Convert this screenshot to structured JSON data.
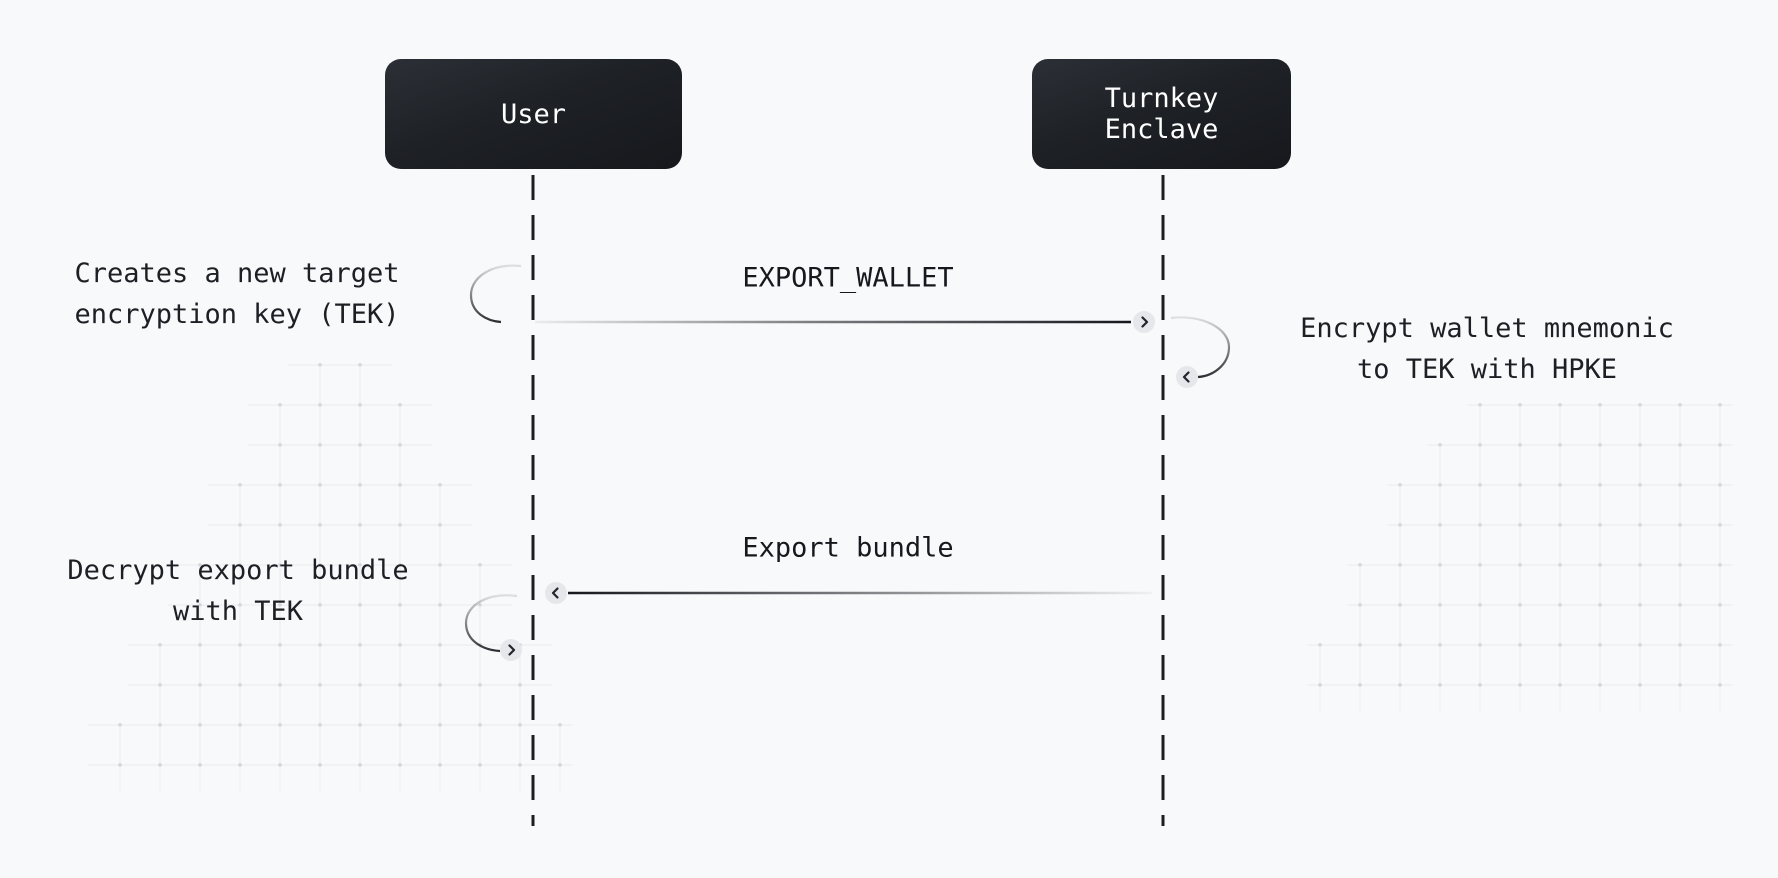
{
  "page": {
    "background": "#f8f9fb"
  },
  "colors": {
    "actor_bg_top": "#2c3036",
    "actor_bg_bottom": "#16181c",
    "actor_text": "#ffffff",
    "line_dark": "#1a1d22",
    "label_text": "#15181d",
    "annotation_text": "#1c1f24",
    "node_bg": "#e5e7eb",
    "node_chevron": "#22262c",
    "grid_line": "#e4e7ec",
    "grid_dot": "#c3c7cf"
  },
  "actors": [
    {
      "id": "user",
      "lines": [
        "User"
      ]
    },
    {
      "id": "turnkey-enclave",
      "lines": [
        "Turnkey",
        "Enclave"
      ]
    }
  ],
  "messages": [
    {
      "id": "export-wallet",
      "label": "EXPORT_WALLET",
      "from": "user",
      "to": "turnkey-enclave",
      "direction": "right"
    },
    {
      "id": "export-bundle",
      "label": "Export bundle",
      "from": "turnkey-enclave",
      "to": "user",
      "direction": "left"
    }
  ],
  "annotations": [
    {
      "id": "creates-tek",
      "side": "left",
      "lines": [
        "Creates a new target",
        "encryption key (TEK)"
      ]
    },
    {
      "id": "encrypt-mnemonic",
      "side": "right",
      "lines": [
        "Encrypt wallet mnemonic",
        "to TEK with HPKE"
      ]
    },
    {
      "id": "decrypt-bundle",
      "side": "left",
      "lines": [
        "Decrypt export bundle",
        "with TEK"
      ]
    }
  ],
  "arrow_nodes": [
    {
      "id": "export-wallet-head",
      "icon": "chevron-right-icon"
    },
    {
      "id": "encrypt-loop-head",
      "icon": "chevron-left-icon"
    },
    {
      "id": "export-bundle-head",
      "icon": "chevron-left-icon"
    },
    {
      "id": "decrypt-loop-head",
      "icon": "chevron-right-icon"
    }
  ]
}
